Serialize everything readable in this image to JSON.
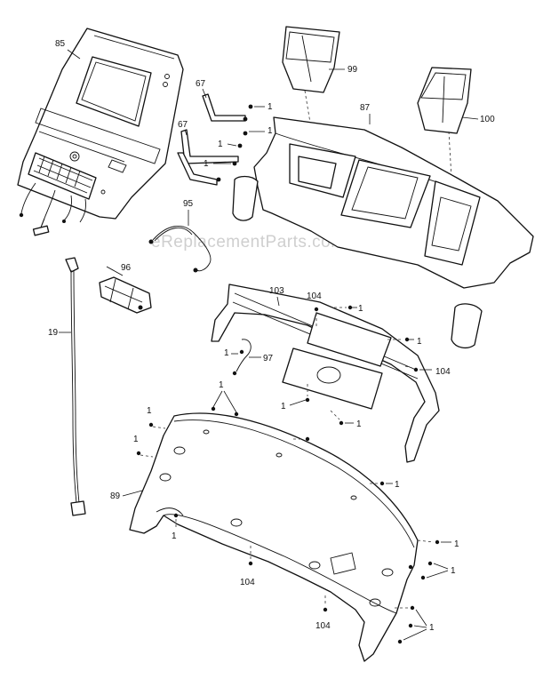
{
  "watermark": "eReplacementParts.com",
  "callouts": {
    "c85": "85",
    "c99": "99",
    "c87": "87",
    "c100": "100",
    "c67a": "67",
    "c67b": "67",
    "c1_67a": "1",
    "c1_67b": "1",
    "c1_67c": "1",
    "c1_67d": "1",
    "c95": "95",
    "c96": "96",
    "c19": "19",
    "c103": "103",
    "c104a": "104",
    "c1_103a": "1",
    "c1_103b": "1",
    "c1_97": "1",
    "c97": "97",
    "c104b": "104",
    "c1_plate": "1",
    "c1_plate2": "1",
    "c1_top": "1",
    "c1_left1": "1",
    "c1_left2": "1",
    "c89": "89",
    "c1_right1": "1",
    "c1_bottom": "1",
    "c1_right2": "1",
    "c1_right3": "1",
    "c104c": "104",
    "c104d": "104",
    "c1_right4": "1"
  }
}
